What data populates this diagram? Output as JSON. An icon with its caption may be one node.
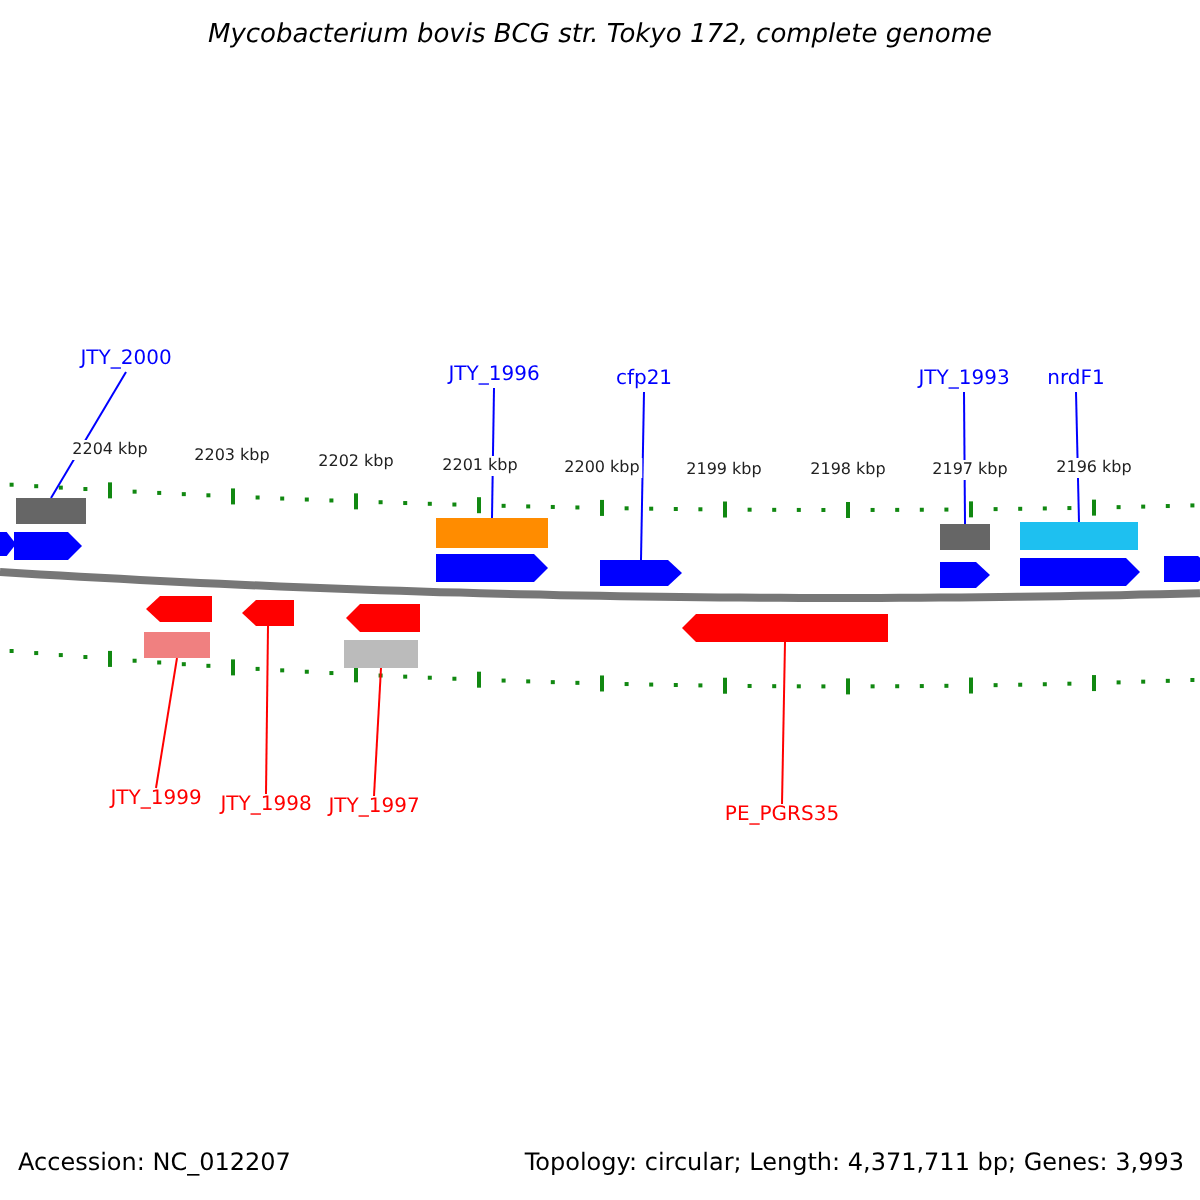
{
  "diagram": {
    "title": "Mycobacterium bovis BCG str. Tokyo 172, complete genome",
    "nodes": [
      {
        "text": [
          "JTY_2000"
        ]
      },
      {
        "text": [],
        "shape": "box"
      },
      {
        "text": [
          "JTY_1996"
        ]
      },
      {
        "text": [],
        "shape": "box"
      },
      {
        "text": [
          "cfp21"
        ]
      },
      {
        "text": [],
        "shape": "arrow"
      },
      {
        "text": [
          "JTY_1993"
        ]
      },
      {
        "text": [],
        "shape": "box"
      },
      {
        "text": [
          "nrdF1"
        ]
      },
      {
        "text": [],
        "shape": "box"
      },
      {
        "text": [],
        "shape": "box"
      },
      {
        "text": [
          "JTY_1999"
        ]
      },
      {
        "text": [],
        "shape": "arrow"
      },
      {
        "text": [
          "JTY_1998"
        ]
      },
      {
        "text": [],
        "shape": "box"
      },
      {
        "text": [
          "JTY_1997"
        ]
      },
      {
        "text": [],
        "shape": "arrow"
      },
      {
        "text": [
          "PE_PGRS35"
        ]
      }
    ],
    "edges": [
      {
        "from": 0,
        "to": 1,
        "arrow": "none"
      },
      {
        "from": 2,
        "to": 3,
        "arrow": "none"
      },
      {
        "from": 4,
        "to": 5,
        "arrow": "none"
      },
      {
        "from": 6,
        "to": 7,
        "arrow": "none"
      },
      {
        "from": 8,
        "to": 9,
        "arrow": "none"
      },
      {
        "from": 11,
        "to": 10,
        "arrow": "none",
        "color": "#ff0000"
      },
      {
        "from": 13,
        "to": 12,
        "arrow": "none",
        "color": "#ff0000"
      },
      {
        "from": 15,
        "to": 14,
        "arrow": "none",
        "color": "#ff0000"
      },
      {
        "from": 17,
        "to": 16,
        "arrow": "none",
        "color": "#ff0000"
      }
    ],
    "labels": [
      "2204 kbp",
      "2203 kbp",
      "2202 kbp",
      "2201 kbp",
      "2200 kbp",
      "2199 kbp",
      "2198 kbp",
      "2197 kbp",
      "2196 kbp",
      "Accession: NC_012207",
      "Topology: circular; Length: 4,371,711 bp; Genes: 3,993"
    ]
  }
}
